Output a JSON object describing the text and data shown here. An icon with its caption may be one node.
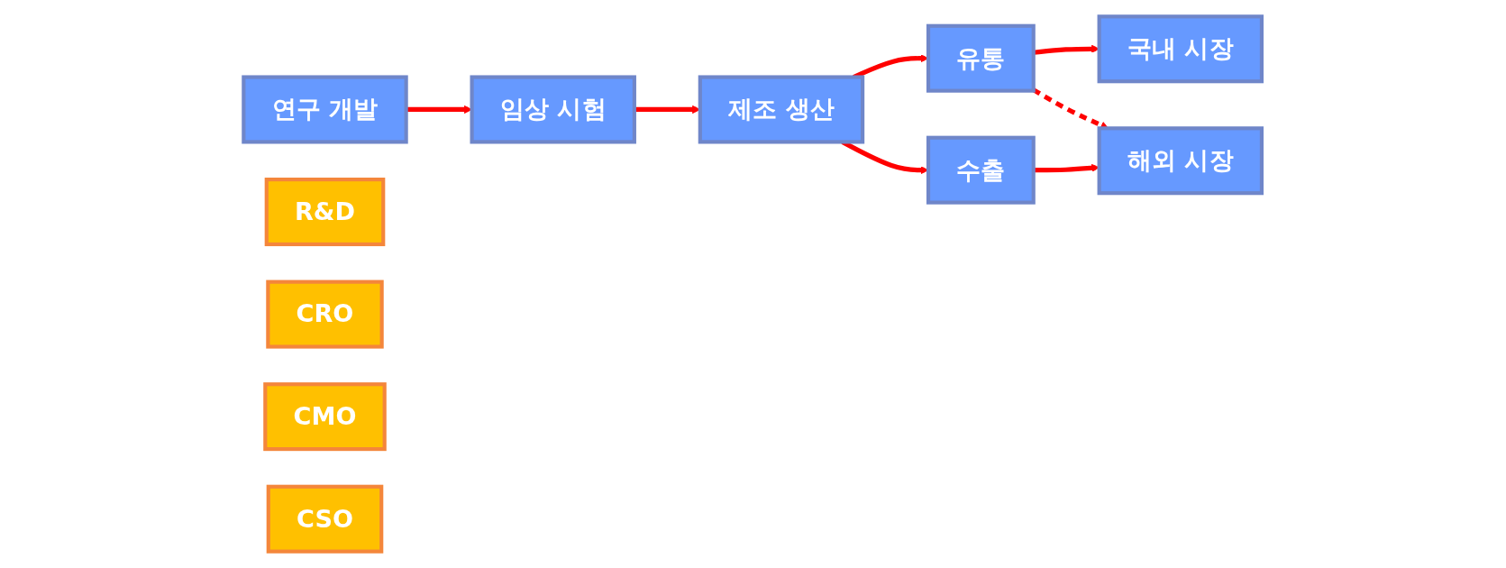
{
  "diagram": {
    "nodes": [
      {
        "text": [
          "연구 개발"
        ]
      },
      {
        "text": [
          "임상 시험"
        ]
      },
      {
        "text": [
          "제조 생산"
        ]
      },
      {
        "text": [
          "유통"
        ]
      },
      {
        "text": [
          "국내 시장"
        ]
      },
      {
        "text": [
          "수출"
        ]
      },
      {
        "text": [
          "해외 시장"
        ]
      },
      {
        "text": [
          "R&D"
        ]
      },
      {
        "text": [
          "CRO"
        ]
      },
      {
        "text": [
          "CMO"
        ]
      },
      {
        "text": [
          "CSO"
        ]
      }
    ],
    "edges": [
      {
        "from": 0,
        "to": 1,
        "arrow": "to",
        "color": "#ff0000"
      },
      {
        "from": 1,
        "to": 2,
        "arrow": "to",
        "color": "#ff0000"
      },
      {
        "from": 2,
        "to": 3,
        "arrow": "to",
        "color": "#ff0000"
      },
      {
        "from": 2,
        "to": 5,
        "arrow": "to",
        "color": "#ff0000"
      },
      {
        "from": 3,
        "to": 4,
        "arrow": "to",
        "color": "#ff0000"
      },
      {
        "from": 5,
        "to": 6,
        "arrow": "to",
        "color": "#ff0000"
      },
      {
        "from": 3,
        "to": 6,
        "arrow": "to",
        "style": "dashed",
        "color": "#ff0000"
      }
    ]
  }
}
